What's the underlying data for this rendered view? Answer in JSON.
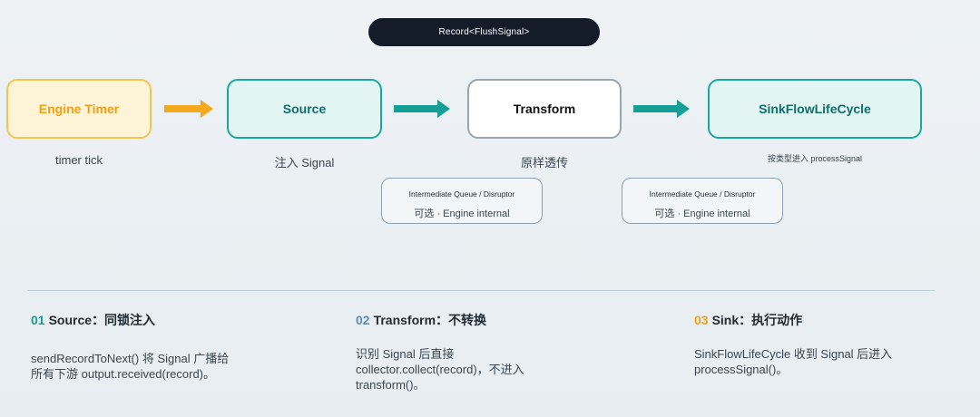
{
  "banner": {
    "label": "Record<FlushSignal>"
  },
  "nodes": {
    "timer": {
      "label": "Engine Timer",
      "caption": "timer tick"
    },
    "source": {
      "label": "Source",
      "caption": "注入 Signal"
    },
    "transform": {
      "label": "Transform",
      "caption": "原样透传"
    },
    "sink": {
      "label": "SinkFlowLifeCycle",
      "caption": "按类型进入 processSignal"
    }
  },
  "queues": [
    {
      "title": "Intermediate Queue / Disruptor",
      "subtitle": "可选 · Engine internal"
    },
    {
      "title": "Intermediate Queue / Disruptor",
      "subtitle": "可选 · Engine internal"
    }
  ],
  "colors": {
    "timer_accent": "#f0a012",
    "teal_accent": "#1aa89d",
    "step1_num": "#159e95",
    "step2_num": "#5b8db3",
    "step3_num": "#f0a012"
  },
  "steps": [
    {
      "num": "01",
      "title": "Source：同锁注入",
      "lines": [
        "sendRecordToNext() 将 Signal 广播给",
        "所有下游 output.received(record)。"
      ]
    },
    {
      "num": "02",
      "title": "Transform：不转换",
      "lines": [
        "识别 Signal 后直接",
        "collector.collect(record)，不进入",
        "transform()。"
      ]
    },
    {
      "num": "03",
      "title": "Sink：执行动作",
      "lines": [
        "SinkFlowLifeCycle 收到 Signal 后进入",
        "processSignal()。"
      ]
    }
  ]
}
